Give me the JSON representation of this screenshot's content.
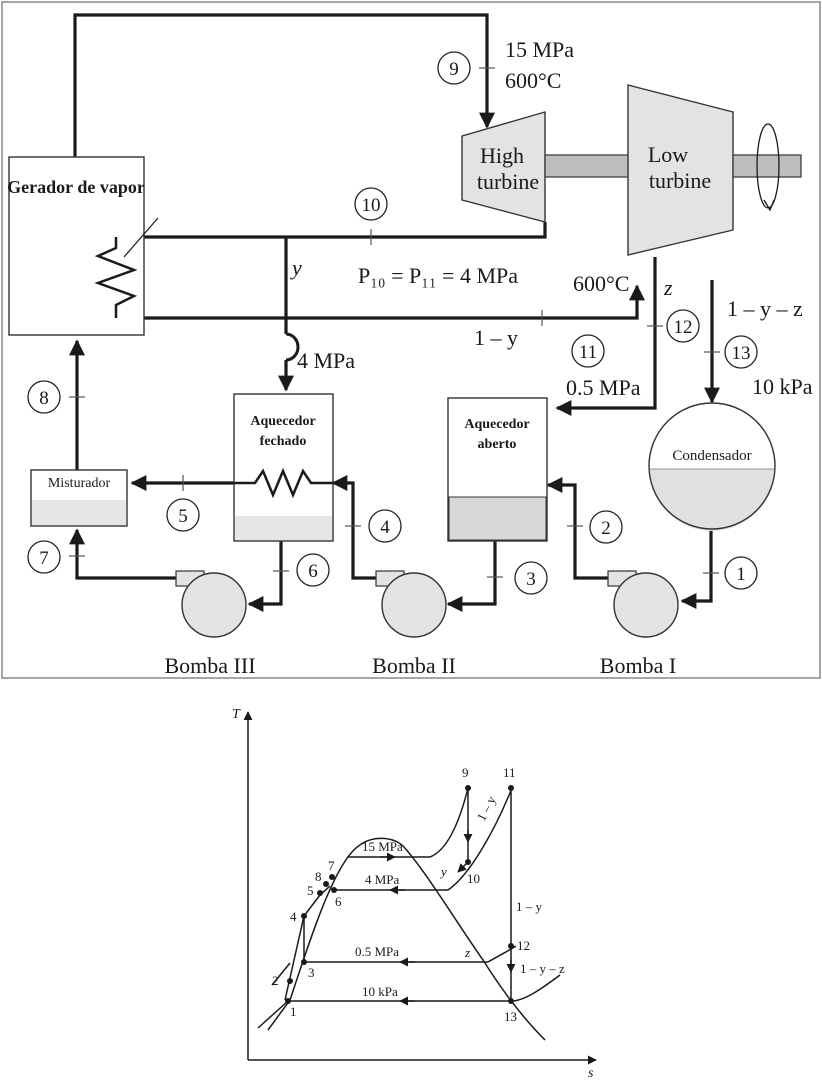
{
  "schematic": {
    "components": {
      "steam_generator": "Gerador de vapor",
      "high_turbine_line1": "High",
      "high_turbine_line2": "turbine",
      "low_turbine_line1": "Low",
      "low_turbine_line2": "turbine",
      "closed_heater_line1": "Aquecedor",
      "closed_heater_line2": "fechado",
      "open_heater_line1": "Aquecedor",
      "open_heater_line2": "aberto",
      "mixer": "Misturador",
      "condenser": "Condensador",
      "pump_3": "Bomba III",
      "pump_2": "Bomba II",
      "pump_1": "Bomba I"
    },
    "states": [
      "1",
      "2",
      "3",
      "4",
      "5",
      "6",
      "7",
      "8",
      "9",
      "10",
      "11",
      "12",
      "13"
    ],
    "annotations": {
      "p9": "15 MPa",
      "t9": "600°C",
      "p10_eq_p11": "P₁₀ = P₁₁ = 4 MPa",
      "t11": "600°C",
      "y": "y",
      "one_minus_y": "1 – y",
      "z": "z",
      "one_minus_y_minus_z": "1 – y – z",
      "p_closed": "4 MPa",
      "p_open": "0.5 MPa",
      "p_cond": "10 kPa"
    }
  },
  "ts_diagram": {
    "axis_t": "T",
    "axis_s": "s",
    "isobars": [
      "15 MPa",
      "4 MPa",
      "0.5 MPa",
      "10 kPa"
    ],
    "points": [
      "1",
      "2",
      "3",
      "4",
      "5",
      "6",
      "7",
      "8",
      "9",
      "10",
      "11",
      "12",
      "13"
    ],
    "flow_labels": {
      "y": "y",
      "one_minus_y_diag": "1 – y",
      "one_minus_y": "1 – y",
      "z": "z",
      "one_minus_y_minus_z": "1 – y – z"
    }
  }
}
